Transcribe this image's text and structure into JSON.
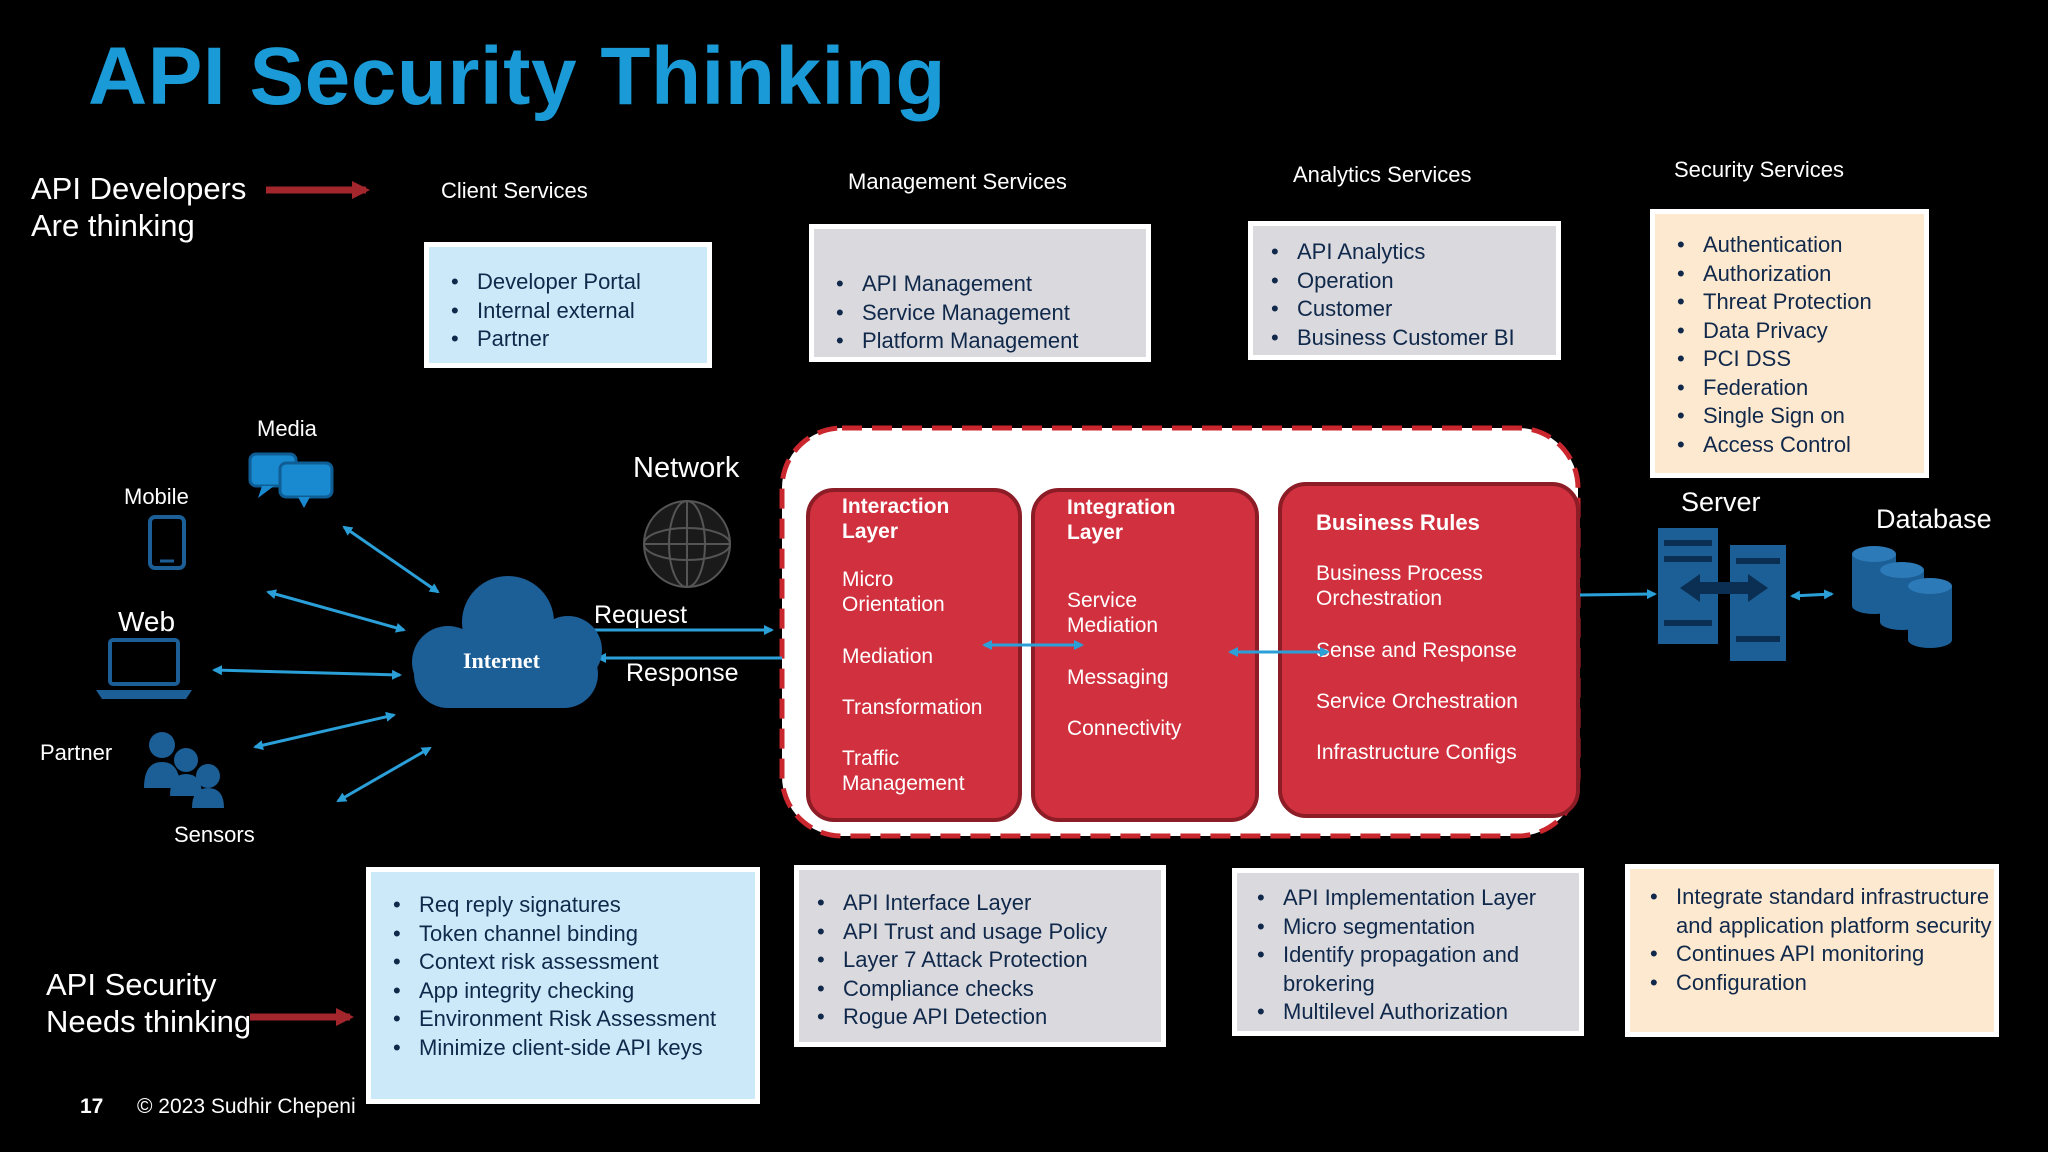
{
  "title": "API Security Thinking",
  "developers_label": [
    "API Developers",
    "Are thinking"
  ],
  "security_label": [
    "API Security",
    "Needs thinking"
  ],
  "headers": {
    "client": "Client Services",
    "management": "Management Services",
    "analytics": "Analytics Services",
    "security": "Security Services"
  },
  "top_boxes": {
    "client": [
      "Developer Portal",
      "Internal external",
      "Partner"
    ],
    "management": [
      "API Management",
      "Service Management",
      "Platform Management"
    ],
    "analytics": [
      "API Analytics",
      "Operation",
      "Customer",
      "Business Customer BI"
    ],
    "security": [
      "Authentication",
      "Authorization",
      "Threat Protection",
      "Data Privacy",
      "PCI DSS",
      "Federation",
      "Single Sign on",
      "Access Control"
    ]
  },
  "bottom_boxes": {
    "client": [
      "Req reply signatures",
      "Token channel binding",
      "Context risk assessment",
      "App integrity checking",
      "Environment Risk Assessment",
      "Minimize client-side API keys"
    ],
    "management": [
      "API Interface Layer",
      "API Trust and usage Policy",
      "Layer 7 Attack Protection",
      "Compliance checks",
      "Rogue API Detection"
    ],
    "analytics": [
      "API Implementation Layer",
      "Micro segmentation",
      "Identify propagation and brokering",
      "Multilevel Authorization"
    ],
    "security": [
      "Integrate standard infrastructure and application platform security",
      "Continues API monitoring",
      "Configuration"
    ]
  },
  "devices": {
    "media": "Media",
    "mobile": "Mobile",
    "web": "Web",
    "partner": "Partner",
    "sensors": "Sensors"
  },
  "network": "Network",
  "internet": "Internet",
  "request": "Request",
  "response": "Response",
  "server": "Server",
  "database": "Database",
  "layers": {
    "interaction": {
      "title": [
        "Interaction",
        "Layer"
      ],
      "items": [
        [
          "Micro",
          "Orientation"
        ],
        [
          "Mediation"
        ],
        [
          "Transformation"
        ],
        [
          "Traffic",
          "Management"
        ]
      ]
    },
    "integration": {
      "title": [
        "Integration",
        "Layer"
      ],
      "items": [
        [
          "Service",
          "Mediation"
        ],
        [
          "Messaging"
        ],
        [
          "Connectivity"
        ]
      ]
    },
    "business": {
      "title": [
        "Business Rules"
      ],
      "items": [
        [
          "Business Process",
          "Orchestration"
        ],
        [
          "Sense and Response"
        ],
        [
          "Service Orchestration"
        ],
        [
          "Infrastructure Configs"
        ]
      ]
    }
  },
  "footer": {
    "page": "17",
    "copyright": "© 2023 Sudhir Chepeni"
  },
  "colors": {
    "title": "#1a9ad6",
    "arrow_red": "#a3262c",
    "arrow_blue": "#2a9fd8",
    "layer_red": "#d1303e",
    "icon_blue": "#1c5e96"
  }
}
